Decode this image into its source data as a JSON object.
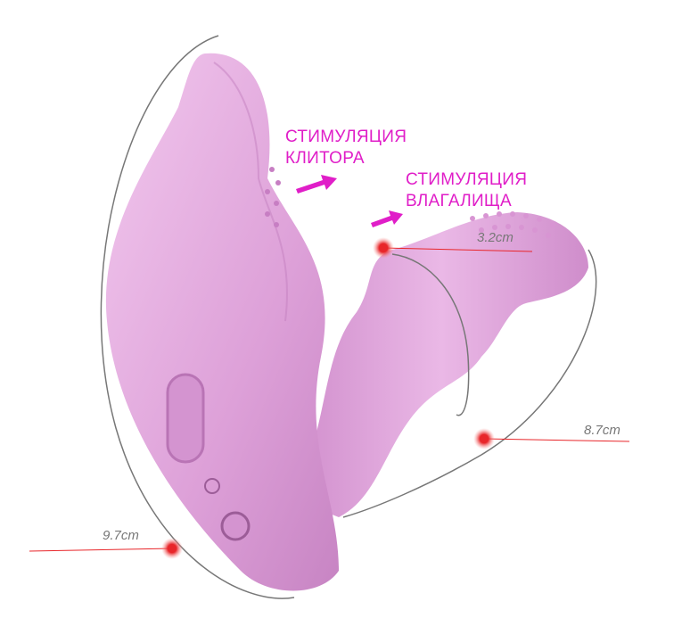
{
  "colors": {
    "label": "#e01ec8",
    "product": "#e2a9dc",
    "marker": "#e8262a"
  },
  "labels": {
    "clitoral": {
      "line1": "СТИМУЛЯЦИЯ",
      "line2": "КЛИТОРА"
    },
    "vaginal": {
      "line1": "СТИМУЛЯЦИЯ",
      "line2": "ВЛАГАЛИЩА"
    }
  },
  "dimensions": {
    "tip": "3.2cm",
    "insertable": "8.7cm",
    "body": "9.7cm"
  }
}
